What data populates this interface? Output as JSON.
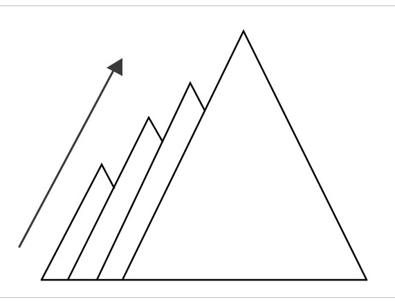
{
  "diagram": {
    "stroke_color": "#000000",
    "arrow_color": "#3a3a3a",
    "border_color": "#bdbdbd",
    "shapes": [
      {
        "kind": "triangle",
        "role": "main"
      },
      {
        "kind": "stepped-outline",
        "role": "layer-1"
      },
      {
        "kind": "stepped-outline",
        "role": "layer-2"
      },
      {
        "kind": "stepped-outline",
        "role": "layer-3"
      },
      {
        "kind": "arrow",
        "role": "direction",
        "direction": "up-right"
      }
    ]
  }
}
